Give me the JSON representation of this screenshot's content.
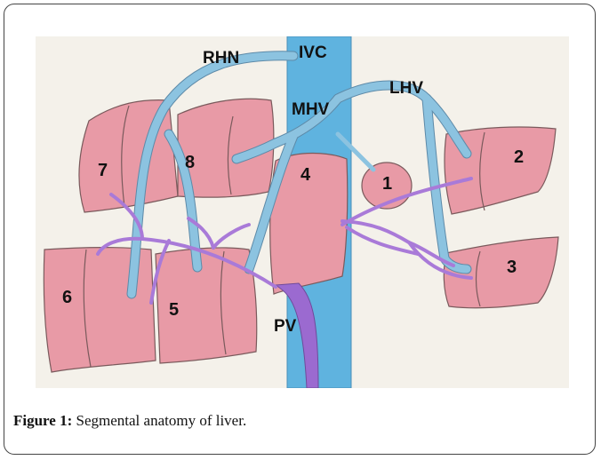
{
  "figure": {
    "labels": {
      "rhn": "RHN",
      "ivc": "IVC",
      "lhv": "LHV",
      "mhv": "MHV",
      "pv": "PV"
    },
    "segments": {
      "s1": "1",
      "s2": "2",
      "s3": "3",
      "s4": "4",
      "s5": "5",
      "s6": "6",
      "s7": "7",
      "s8": "8"
    },
    "colors": {
      "segment_fill": "#e89aa6",
      "hepatic_vein": "#8cc3e0",
      "ivc": "#5fb3df",
      "portal_vein": "#a97ad8"
    }
  },
  "caption": {
    "label": "Figure 1:",
    "text": " Segmental anatomy of liver."
  }
}
